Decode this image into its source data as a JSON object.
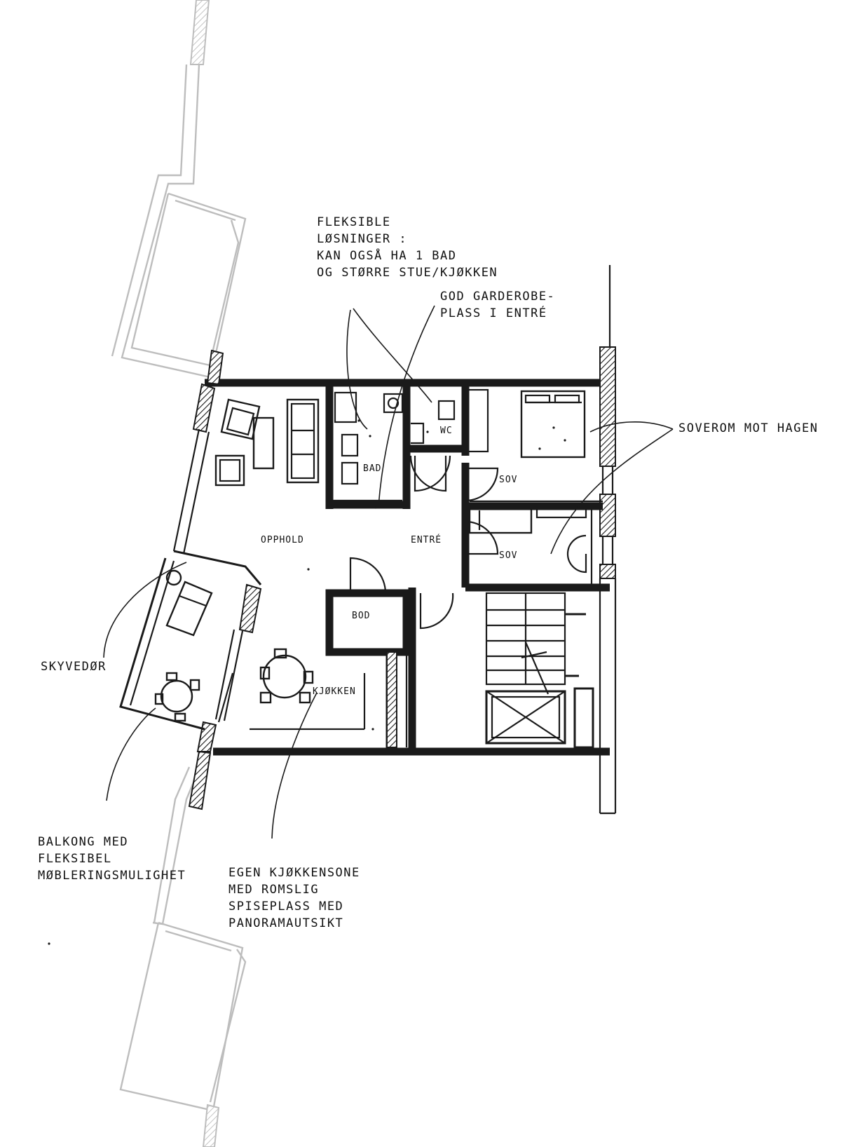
{
  "annotations": {
    "flexible": [
      "FLEKSIBLE",
      "LØSNINGER :",
      "KAN OGSÅ HA 1 BAD",
      "OG STØRRE STUE/KJØKKEN"
    ],
    "wardrobe": [
      "GOD GARDEROBE-",
      "PLASS I ENTRÉ"
    ],
    "bedrooms": [
      "SOVEROM MOT HAGEN"
    ],
    "sliding_door": [
      "SKYVEDØR"
    ],
    "balcony": [
      "BALKONG MED",
      "FLEKSIBEL",
      "MØBLERINGSMULIGHET"
    ],
    "kitchen_zone": [
      "EGEN KJØKKENSONE",
      "MED ROMSLIG",
      "SPISEPLASS MED",
      "PANORAMAUTSIKT"
    ]
  },
  "rooms": {
    "wc": "WC",
    "bad": "BAD",
    "sov1": "SOV",
    "sov2": "SOV",
    "opphold": "OPPHOLD",
    "entre": "ENTRÉ",
    "bod": "BOD",
    "kjokken": "KJØKKEN"
  },
  "colors": {
    "ink": "#1a1a1a",
    "ghost_line": "#bdbdbd",
    "paper": "#ffffff"
  }
}
